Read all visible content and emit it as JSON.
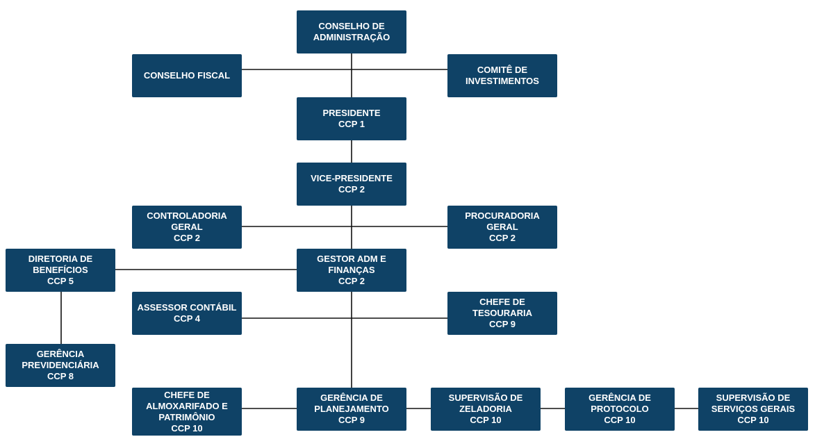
{
  "org_chart": {
    "conselho_administracao": "CONSELHO DE\nADMINISTRAÇÃO",
    "conselho_fiscal": "CONSELHO FISCAL",
    "comite_investimentos": "COMITÊ DE\nINVESTIMENTOS",
    "presidente": "PRESIDENTE\nCCP 1",
    "vice_presidente": "VICE-PRESIDENTE\nCCP 2",
    "controladoria": "CONTROLADORIA\nGERAL\nCCP 2",
    "procuradoria": "PROCURADORIA\nGERAL\nCCP 2",
    "diretoria_beneficios": "DIRETORIA DE\nBENEFÍCIOS\nCCP 5",
    "gestor_adm": "GESTOR ADM E\nFINANÇAS\nCCP 2",
    "assessor_contabil": "ASSESSOR CONTÁBIL\nCCP 4",
    "chefe_tesouraria": "CHEFE DE\nTESOURARIA\nCCP 9",
    "gerencia_previdenciaria": "GERÊNCIA\nPREVIDENCIÁRIA\nCCP 8",
    "chefe_almoxarifado": "CHEFE DE\nALMOXARIFADO E\nPATRIMÔNIO\nCCP 10",
    "gerencia_planejamento": "GERÊNCIA DE\nPLANEJAMENTO\nCCP 9",
    "supervisao_zeladoria": "SUPERVISÃO DE\nZELADORIA\nCCP 10",
    "gerencia_protocolo": "GERÊNCIA DE\nPROTOCOLO\nCCP 10",
    "supervisao_servicos": "SUPERVISÃO DE\nSERVIÇOS GERAIS\nCCP 10"
  },
  "colors": {
    "box": "#0f4266",
    "text": "#ffffff",
    "line": "#111111"
  }
}
